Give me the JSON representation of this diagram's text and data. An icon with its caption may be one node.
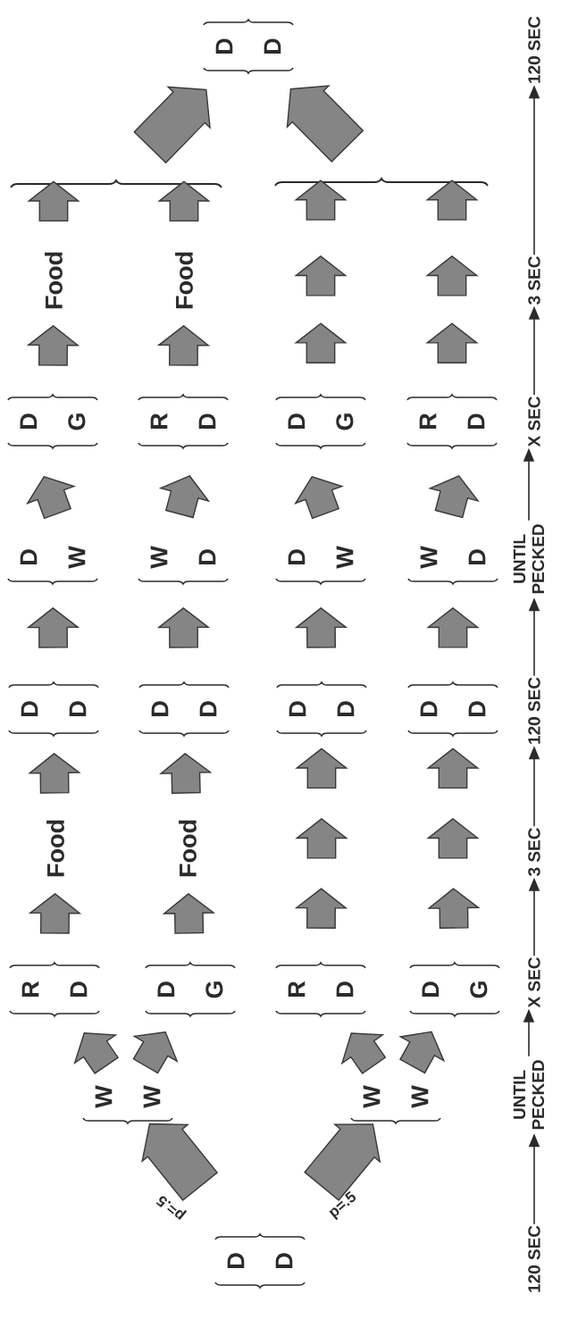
{
  "diagram": {
    "nodes": [
      {
        "text": [
          "D",
          "D"
        ]
      },
      {
        "text": [
          "W",
          "W"
        ]
      },
      {
        "text": [
          "W",
          "W"
        ]
      },
      {
        "text": [
          "R",
          "D"
        ]
      },
      {
        "text": [
          "D",
          "G"
        ]
      },
      {
        "text": [
          "R",
          "D"
        ]
      },
      {
        "text": [
          "D",
          "G"
        ]
      },
      {
        "text": [
          "Food"
        ]
      },
      {
        "text": [
          "Food"
        ]
      },
      {
        "text": [
          "D",
          "D"
        ]
      },
      {
        "text": [
          "D",
          "D"
        ]
      },
      {
        "text": [
          "D",
          "D"
        ]
      },
      {
        "text": [
          "D",
          "D"
        ]
      },
      {
        "text": [
          "D",
          "W"
        ]
      },
      {
        "text": [
          "W",
          "D"
        ]
      },
      {
        "text": [
          "D",
          "W"
        ]
      },
      {
        "text": [
          "W",
          "D"
        ]
      },
      {
        "text": [
          "D",
          "G"
        ]
      },
      {
        "text": [
          "R",
          "D"
        ]
      },
      {
        "text": [
          "D",
          "G"
        ]
      },
      {
        "text": [
          "R",
          "D"
        ]
      },
      {
        "text": [
          "Food"
        ]
      },
      {
        "text": [
          "Food"
        ]
      },
      {
        "text": [],
        "shape": "brace"
      },
      {
        "text": [],
        "shape": "brace"
      },
      {
        "text": [
          "D",
          "D"
        ]
      },
      {
        "text": [
          "120 SEC"
        ]
      },
      {
        "text": [
          "UNTIL PECKED"
        ]
      },
      {
        "text": [
          "X SEC"
        ]
      },
      {
        "text": [
          "3 SEC"
        ]
      },
      {
        "text": [
          "120 SEC"
        ]
      },
      {
        "text": [
          "UNTIL PECKED"
        ]
      },
      {
        "text": [
          "X SEC"
        ]
      },
      {
        "text": [
          "3 SEC"
        ]
      },
      {
        "text": [
          "120 SEC"
        ]
      },
      {
        "text": [],
        "shape": "arrow"
      },
      {
        "text": [],
        "shape": "arrow"
      },
      {
        "text": [],
        "shape": "arrow"
      },
      {
        "text": [],
        "shape": "arrow"
      }
    ],
    "edges": [
      {
        "from": 0,
        "to": 1,
        "arrow": "to",
        "label": "p=.5"
      },
      {
        "from": 0,
        "to": 2,
        "arrow": "to",
        "label": "p=.5"
      },
      {
        "from": 1,
        "to": 3,
        "arrow": "to"
      },
      {
        "from": 1,
        "to": 4,
        "arrow": "to"
      },
      {
        "from": 2,
        "to": 5,
        "arrow": "to"
      },
      {
        "from": 2,
        "to": 6,
        "arrow": "to"
      },
      {
        "from": 3,
        "to": 7,
        "arrow": "to"
      },
      {
        "from": 7,
        "to": 9,
        "arrow": "to"
      },
      {
        "from": 4,
        "to": 8,
        "arrow": "to"
      },
      {
        "from": 8,
        "to": 10,
        "arrow": "to"
      },
      {
        "from": 5,
        "to": 35,
        "arrow": "to"
      },
      {
        "from": 6,
        "to": 36,
        "arrow": "to"
      },
      {
        "from": 9,
        "to": 13,
        "arrow": "to"
      },
      {
        "from": 10,
        "to": 14,
        "arrow": "to"
      },
      {
        "from": 11,
        "to": 15,
        "arrow": "to"
      },
      {
        "from": 12,
        "to": 16,
        "arrow": "to"
      },
      {
        "from": 13,
        "to": 17,
        "arrow": "to"
      },
      {
        "from": 14,
        "to": 18,
        "arrow": "to"
      },
      {
        "from": 15,
        "to": 19,
        "arrow": "to"
      },
      {
        "from": 16,
        "to": 20,
        "arrow": "to"
      },
      {
        "from": 17,
        "to": 21,
        "arrow": "to"
      },
      {
        "from": 21,
        "to": 23,
        "arrow": "to"
      },
      {
        "from": 18,
        "to": 22,
        "arrow": "to"
      },
      {
        "from": 22,
        "to": 23,
        "arrow": "to"
      },
      {
        "from": 19,
        "to": 37,
        "arrow": "to"
      },
      {
        "from": 20,
        "to": 38,
        "arrow": "to"
      },
      {
        "from": 23,
        "to": 25,
        "arrow": "to"
      },
      {
        "from": 24,
        "to": 25,
        "arrow": "to"
      },
      {
        "from": 26,
        "to": 27,
        "arrow": "to"
      },
      {
        "from": 27,
        "to": 28,
        "arrow": "to"
      },
      {
        "from": 28,
        "to": 29,
        "arrow": "to"
      },
      {
        "from": 29,
        "to": 30,
        "arrow": "to"
      },
      {
        "from": 30,
        "to": 31,
        "arrow": "to"
      },
      {
        "from": 31,
        "to": 32,
        "arrow": "to"
      },
      {
        "from": 32,
        "to": 33,
        "arrow": "to"
      },
      {
        "from": 33,
        "to": 34,
        "arrow": "to"
      },
      {
        "from": 35,
        "to": 11,
        "arrow": "to"
      },
      {
        "from": 36,
        "to": 12,
        "arrow": "to"
      },
      {
        "from": 37,
        "to": 24,
        "arrow": "to"
      },
      {
        "from": 38,
        "to": 24,
        "arrow": "to"
      }
    ]
  }
}
